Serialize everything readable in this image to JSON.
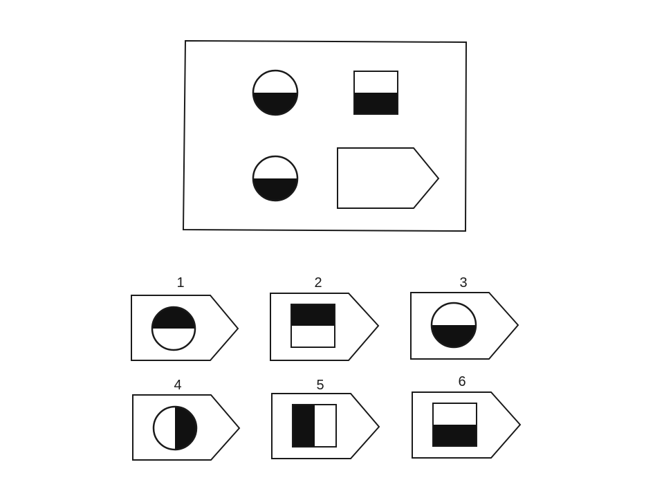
{
  "colors": {
    "ink": "#1a1a1a",
    "fill": "#111111",
    "paper": "#ffffff"
  },
  "question": {
    "cells": [
      {
        "shape": "circle",
        "fill": "bottom-half"
      },
      {
        "shape": "square",
        "fill": "bottom-half"
      },
      {
        "shape": "circle",
        "fill": "bottom-half"
      },
      {
        "shape": "arrow-pentagon",
        "fill": "empty"
      }
    ]
  },
  "options": [
    {
      "label": "1",
      "inner_shape": "circle",
      "fill": "top-half"
    },
    {
      "label": "2",
      "inner_shape": "square",
      "fill": "top-half"
    },
    {
      "label": "3",
      "inner_shape": "circle",
      "fill": "bottom-half"
    },
    {
      "label": "4",
      "inner_shape": "circle",
      "fill": "right-half"
    },
    {
      "label": "5",
      "inner_shape": "square",
      "fill": "left-half"
    },
    {
      "label": "6",
      "inner_shape": "square",
      "fill": "bottom-half"
    }
  ]
}
